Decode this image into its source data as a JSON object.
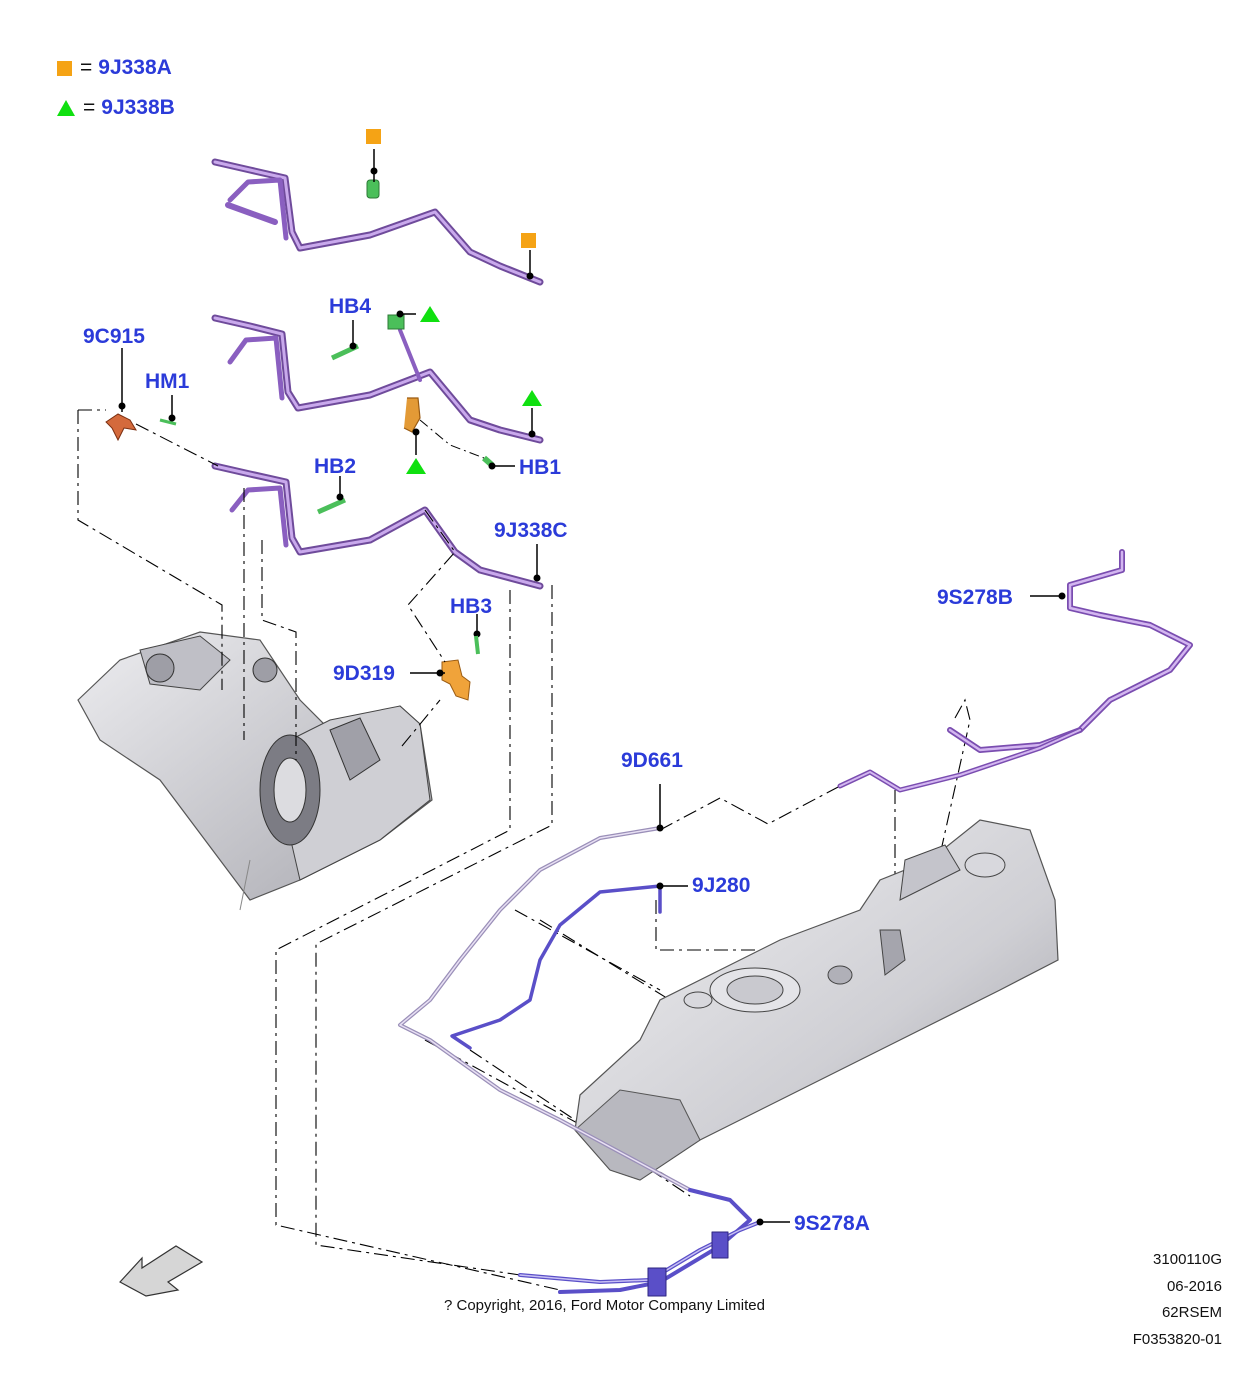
{
  "legend": [
    {
      "symbol": "orange-square",
      "code": "9J338A",
      "color": "#f5a315"
    },
    {
      "symbol": "green-triangle",
      "code": "9J338B",
      "color": "#10e010"
    }
  ],
  "callouts": {
    "c_9C915": "9C915",
    "c_HM1": "HM1",
    "c_HB4": "HB4",
    "c_HB1": "HB1",
    "c_HB2": "HB2",
    "c_9J338C": "9J338C",
    "c_HB3": "HB3",
    "c_9D319": "9D319",
    "c_9S278B": "9S278B",
    "c_9D661": "9D661",
    "c_9J280": "9J280",
    "c_9S278A": "9S278A"
  },
  "footer": {
    "code1": "3100110G",
    "date": "06-2016",
    "code2": "62RSEM",
    "code3": "F0353820-01",
    "copyright": "? Copyright, 2016, Ford Motor Company Limited"
  },
  "colors": {
    "label_blue": "#2b3bd9",
    "pipe_purple": "#9b6fc8",
    "pipe_violet": "#6a5fd6",
    "bracket_orange": "#e39a36",
    "clip_green": "#4bbf5a",
    "metal_gray": "#c8c8cc"
  }
}
